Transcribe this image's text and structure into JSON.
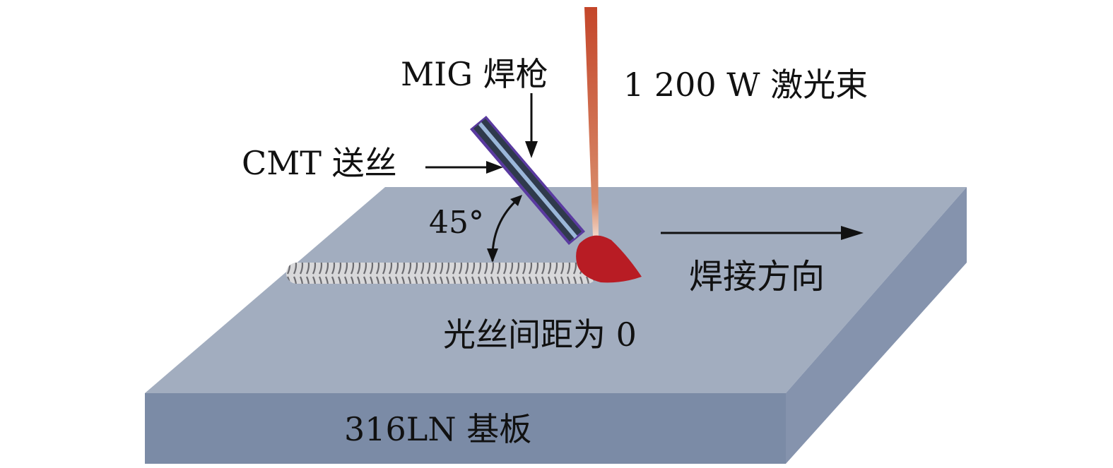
{
  "labels": {
    "mig_torch": "MIG 焊枪",
    "cmt_wire": "CMT 送丝",
    "laser": "1 200 W 激光束",
    "angle": "45°",
    "direction": "焊接方向",
    "gap": "光丝间距为 0",
    "substrate": "316LN 基板"
  },
  "colors": {
    "plate_top": "#a2adbf",
    "plate_front": "#7b8ba6",
    "plate_side": "#8593ad",
    "laser": "#c4462a",
    "torch_body": "#2f3a4c",
    "torch_outline": "#5a3aa0",
    "wire": "#9bb7da",
    "pool": "#b81c24",
    "bead": "#cfcfd1"
  }
}
